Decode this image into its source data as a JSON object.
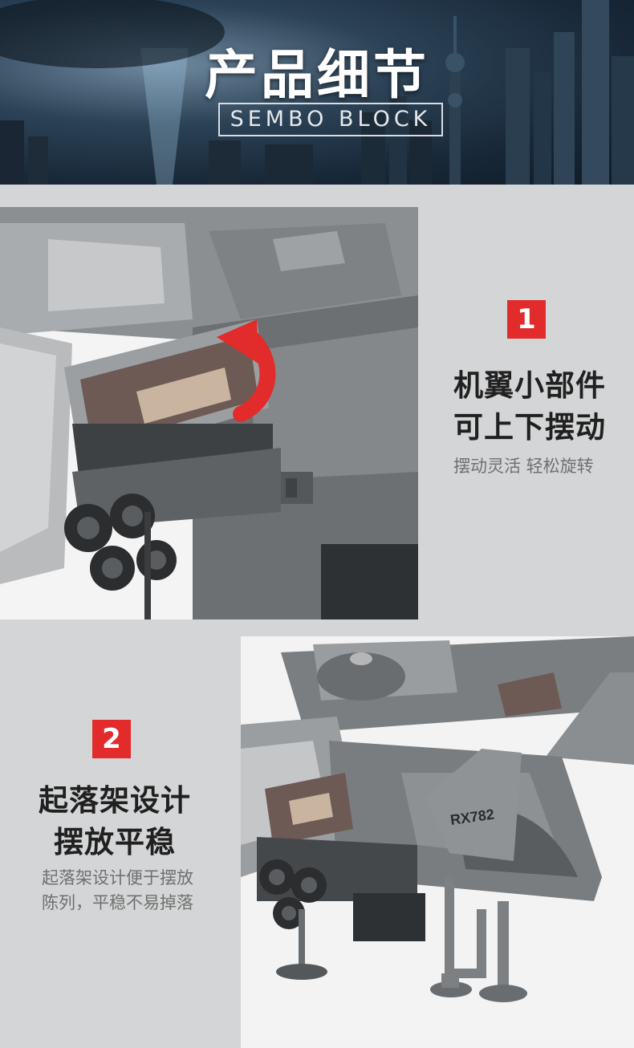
{
  "banner": {
    "title": "产品细节",
    "subtitle": "SEMBO BLOCK"
  },
  "feature1": {
    "number": "1",
    "heading_line1": "机翼小部件",
    "heading_line2": "可上下摆动",
    "description": "摆动灵活 轻松旋转"
  },
  "feature2": {
    "number": "2",
    "heading_line1": "起落架设计",
    "heading_line2": "摆放平稳",
    "description_line1": "起落架设计便于摆放",
    "description_line2": "陈列，平稳不易掉落",
    "model_marking": "RX782"
  },
  "colors": {
    "accent_red": "#e22b2b",
    "page_bg": "#d4d5d6"
  }
}
